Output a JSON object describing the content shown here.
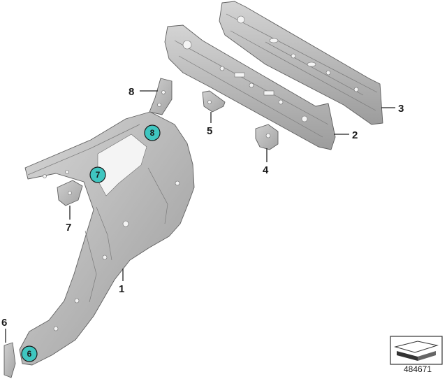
{
  "callouts": {
    "c1": "1",
    "c2": "2",
    "c3": "3",
    "c4": "4",
    "c5": "5",
    "c6": "6",
    "c7": "7",
    "c8": "8"
  },
  "badges": {
    "b6": "6",
    "b7": "7",
    "b8": "8"
  },
  "colors": {
    "badge_fill": "#3fc6c0",
    "part_fill": "#b9b9b9",
    "part_shade": "#9d9d9d",
    "part_light": "#d3d3d3"
  },
  "reference_number": "484671"
}
